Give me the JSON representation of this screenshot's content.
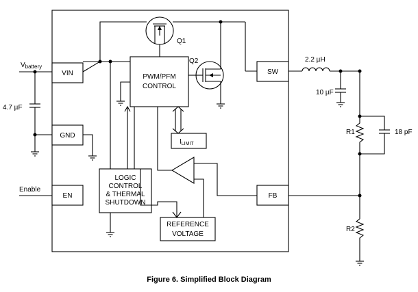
{
  "colors": {
    "line": "#000000",
    "background": "#ffffff"
  },
  "blocks": {
    "vin": "VIN",
    "gnd": "GND",
    "en": "EN",
    "sw": "SW",
    "fb": "FB",
    "pwm_line1": "PWM/PFM",
    "pwm_line2": "CONTROL",
    "logic_line1": "LOGIC",
    "logic_line2": "CONTROL",
    "logic_line3": "& THERMAL",
    "logic_line4": "SHUTDOWN",
    "ref_line1": "REFERENCE",
    "ref_line2": "VOLTAGE",
    "ilimit_main": "I",
    "ilimit_sub": "LIMIT"
  },
  "labels": {
    "q1": "Q1",
    "q2": "Q2",
    "vbattery_main": "V",
    "vbattery_sub": "battery",
    "input_cap": "4.7 µF",
    "enable": "Enable",
    "inductor": "2.2 µH",
    "output_cap": "10 µF",
    "r1": "R1",
    "r2": "R2",
    "ff_cap": "18 pF"
  },
  "caption": "Figure 6. Simplified Block Diagram"
}
